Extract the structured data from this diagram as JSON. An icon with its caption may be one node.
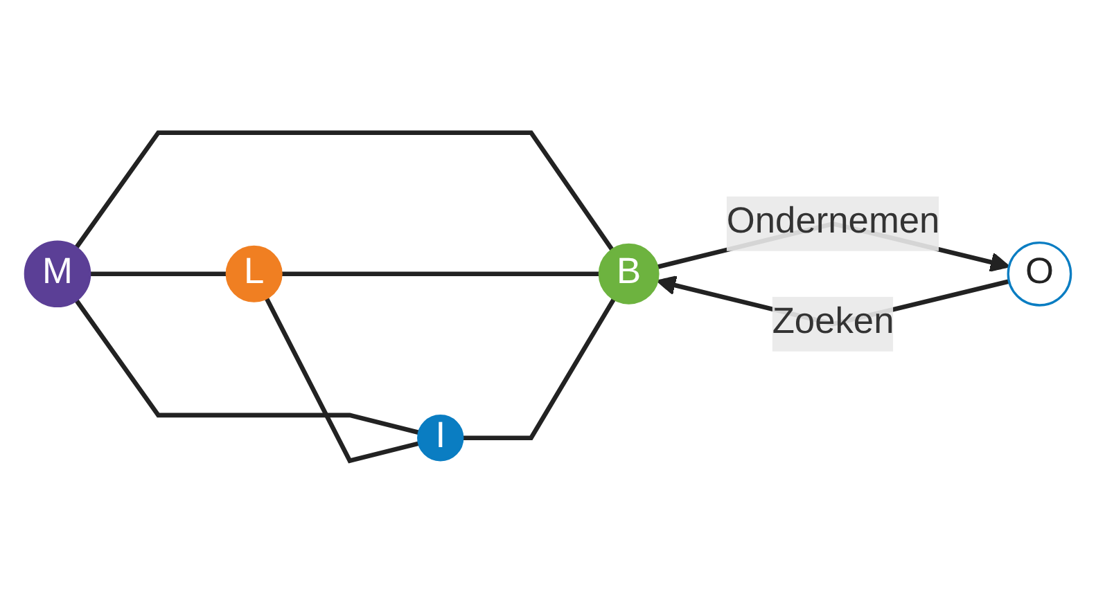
{
  "diagram": {
    "nodes": [
      {
        "text": [
          "M"
        ]
      },
      {
        "text": [
          "L"
        ]
      },
      {
        "text": [
          "I"
        ]
      },
      {
        "text": [
          "B"
        ]
      },
      {
        "text": [
          "O"
        ]
      }
    ],
    "edges": [
      {
        "from": 0,
        "to": 1,
        "arrow": "none"
      },
      {
        "from": 0,
        "to": 2,
        "arrow": "none"
      },
      {
        "from": 0,
        "to": 3,
        "arrow": "none"
      },
      {
        "from": 1,
        "to": 2,
        "arrow": "none"
      },
      {
        "from": 1,
        "to": 3,
        "arrow": "none"
      },
      {
        "from": 2,
        "to": 3,
        "arrow": "none"
      },
      {
        "from": 3,
        "to": 4,
        "label": "Ondernemen",
        "arrow": "to"
      },
      {
        "from": 4,
        "to": 3,
        "label": "Zoeken",
        "arrow": "to"
      }
    ]
  }
}
